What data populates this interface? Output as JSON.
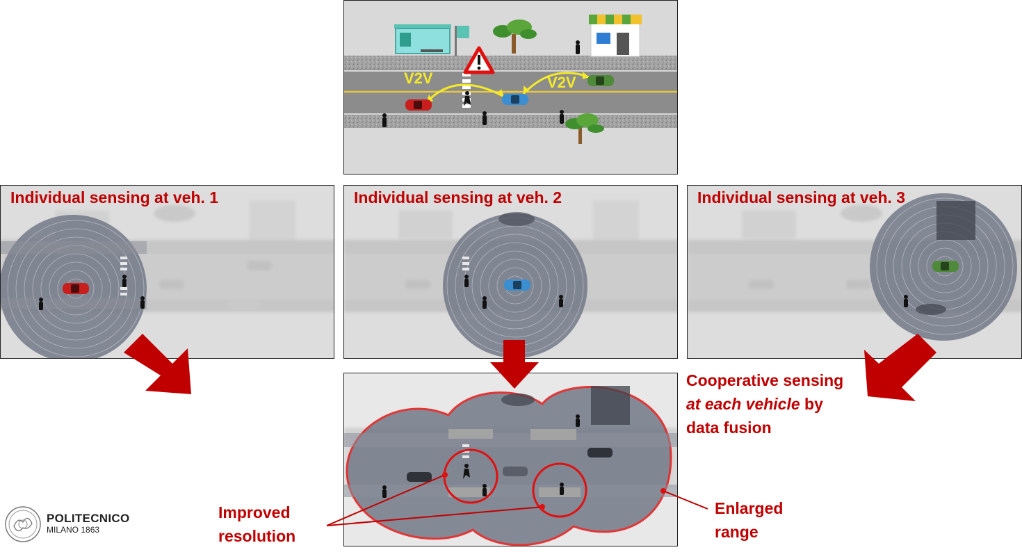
{
  "top_scene": {
    "v2v_left": "V2V",
    "v2v_right": "V2V",
    "warning_symbol": "!"
  },
  "panels": [
    {
      "title": "Individual sensing at veh. 1",
      "vehicle_color": "#c81e1e"
    },
    {
      "title": "Individual sensing at veh. 2",
      "vehicle_color": "#3b8ed0"
    },
    {
      "title": "Individual sensing at veh. 3",
      "vehicle_color": "#4f8a3a"
    }
  ],
  "labels": {
    "cooperative_line1": "Cooperative sensing",
    "cooperative_line2_italic": "at each vehicle",
    "cooperative_line2_rest": " by",
    "cooperative_line3": "data fusion",
    "improved_line1": "Improved",
    "improved_line2": "resolution",
    "enlarged_line1": "Enlarged",
    "enlarged_line2": "range"
  },
  "logo": {
    "name": "POLITECNICO",
    "sub": "MILANO 1863"
  },
  "colors": {
    "accent_red": "#c00000",
    "road": "#8a8a8a",
    "lane_yellow": "#f2d640",
    "v2v_arrow": "#f5ea2a",
    "sensing_disk": "#6f7585"
  }
}
